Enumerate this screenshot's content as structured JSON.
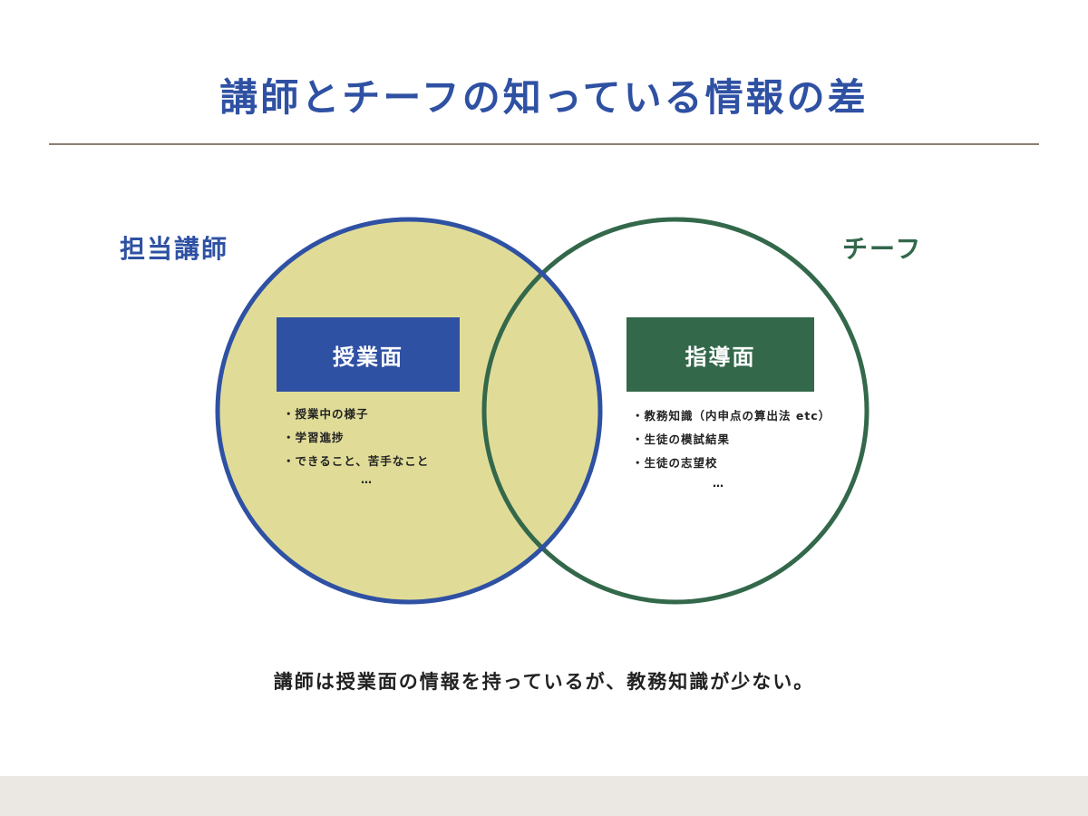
{
  "title": "講師とチーフの知っている情報の差",
  "left_set": {
    "label": "担当講師",
    "box_label": "授業面",
    "items": [
      "・授業中の様子",
      "・学習進捗",
      "・できること、苦手なこと"
    ],
    "ellipsis": "…",
    "color": "#2f51a3",
    "fill": "#e0dc98"
  },
  "right_set": {
    "label": "チーフ",
    "box_label": "指導面",
    "items": [
      "・教務知識（内申点の算出法 etc）",
      "・生徒の模試結果",
      "・生徒の志望校"
    ],
    "ellipsis": "…",
    "color": "#33684b"
  },
  "caption": "講師は授業面の情報を持っているが、教務知識が少ない。",
  "colors": {
    "title": "#2f51a3",
    "rule": "#8b7f72",
    "footer": "#ebe7e2"
  }
}
